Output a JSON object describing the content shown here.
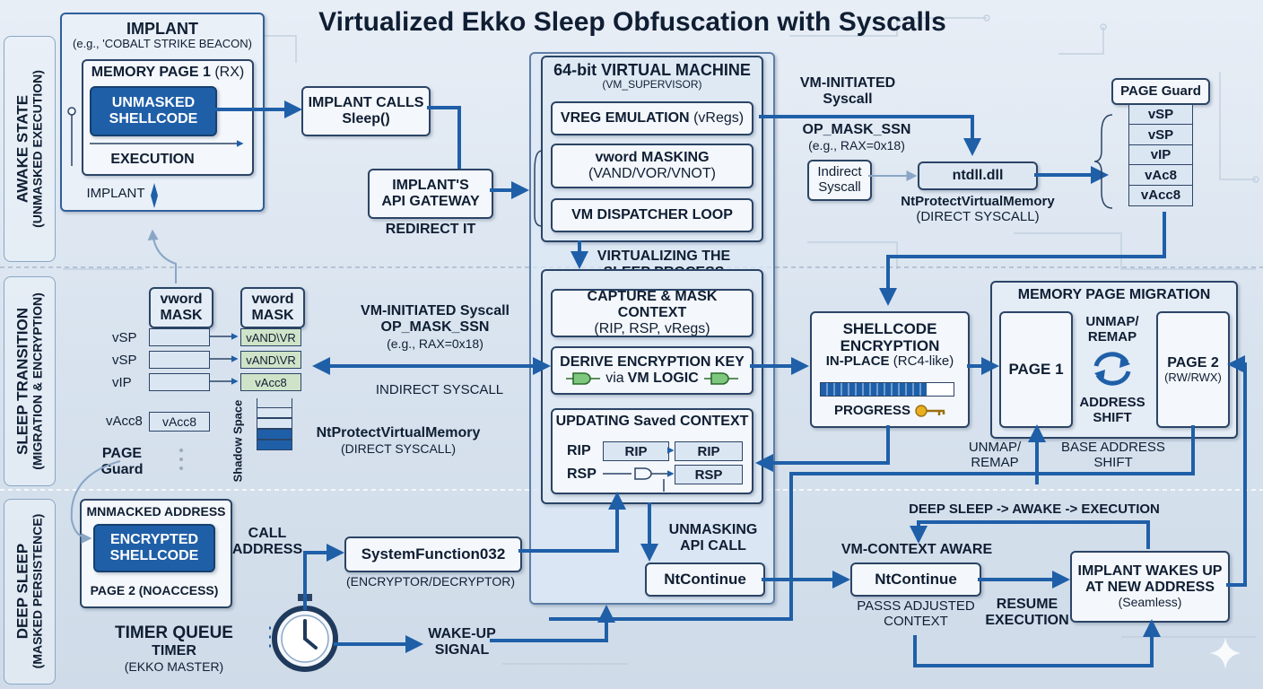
{
  "title": "Virtualized Ekko Sleep Obfuscation with Syscalls",
  "states": {
    "awake": {
      "line1": "AWAKE STATE",
      "line2": "(UNMASKED EXECUTION)"
    },
    "sleep": {
      "line1": "SLEEP TRANSITION",
      "line2": "(MIGRATION & ENCRYPTION)"
    },
    "deep": {
      "line1": "DEEP SLEEP",
      "line2": "(MASKED PERSISTENCE)"
    }
  },
  "implant": {
    "title": "IMPLANT",
    "subtitle": "(e.g., 'COBALT STRIKE BEACON)",
    "page_title": "MEMORY PAGE 1",
    "page_perm": "(RX)",
    "shellcode_line1": "UNMASKED",
    "shellcode_line2": "SHELLCODE",
    "execution": "EXECUTION",
    "implant_marker": "IMPLANT"
  },
  "implant_calls": {
    "line1": "IMPLANT CALLS",
    "line2": "Sleep()"
  },
  "api_gateway": {
    "line1": "IMPLANT'S",
    "line2": "API GATEWAY",
    "caption": "REDIRECT IT"
  },
  "vm": {
    "title": "64-bit VIRTUAL MACHINE",
    "subtitle": "(VM_SUPERVISOR)",
    "vreg_main": "VREG EMULATION",
    "vreg_sub": "(vRegs)",
    "vword_line1": "vword MASKING",
    "vword_line2": "(VAND/VOR/VNOT)",
    "dispatcher": "VM DISPATCHER LOOP",
    "virtualizing_line1": "VIRTUALIZING THE",
    "virtualizing_line2": "SLEEP PROCESS",
    "capture_line1": "CAPTURE & MASK CONTEXT",
    "capture_line2": "(RIP, RSP, vRegs)",
    "derive_line1": "DERIVE ENCRYPTION KEY",
    "derive_via": "via",
    "derive_logic": "VM LOGIC",
    "updating_title": "UPDATING Saved CONTEXT",
    "rip_label": "RIP",
    "rip_old": "RIP",
    "rip_new": "RIP",
    "rsp_label": "RSP",
    "rsp_new": "RSP"
  },
  "syscall_top": {
    "line1": "VM-INITIATED",
    "line2": "Syscall",
    "op": "OP_MASK_SSN",
    "example": "(e.g., RAX=0x18)",
    "indirect_line1": "Indirect",
    "indirect_line2": "Syscall",
    "ntdll": "ntdll.dll",
    "ntprotect": "NtProtectVirtualMemory",
    "direct": "(DIRECT SYSCALL)"
  },
  "page_guard_top": {
    "title": "PAGE Guard",
    "cells": [
      "vSP",
      "vSP",
      "vIP",
      "vAc8",
      "vAcc8"
    ]
  },
  "vword_mask": {
    "col1_line1": "vword",
    "col1_line2": "MASK",
    "col2_line1": "vword",
    "col2_line2": "MASK",
    "rows": [
      "vSP",
      "vSP",
      "vIP"
    ],
    "col2_cells": [
      "vAND\\VR",
      "vAND\\VR",
      "vAcc8"
    ],
    "vacc_label": "vAcc8",
    "vacc_cell": "vAcc8",
    "shadow": "Shadow Space",
    "page_guard_line1": "PAGE",
    "page_guard_line2": "Guard"
  },
  "syscall_mid": {
    "line1": "VM-INITIATED Syscall",
    "op": "OP_MASK_SSN",
    "example": "(e.g., RAX=0x18)",
    "indirect": "INDIRECT SYSCALL",
    "ntprotect": "NtProtectVirtualMemory",
    "direct": "(DIRECT SYSCALL)"
  },
  "shellcode_enc": {
    "line1": "SHELLCODE",
    "line2": "ENCRYPTION",
    "inplace": "IN-PLACE",
    "rc4": "(RC4-like)",
    "progress_label": "PROGRESS",
    "progress": 0.8
  },
  "migration": {
    "title": "MEMORY PAGE MIGRATION",
    "page1": "PAGE 1",
    "unmap_line1": "UNMAP/",
    "unmap_line2": "REMAP",
    "address_line1": "ADDRESS",
    "address_line2": "SHIFT",
    "page2": "PAGE 2",
    "page2_perm": "(RW/RWX)",
    "unmap_bottom_line1": "UNMAP/",
    "unmap_bottom_line2": "REMAP",
    "base_line1": "BASE ADDRESS",
    "base_line2": "SHIFT"
  },
  "deep_sleep": {
    "masked_title": "MNMACKED ADDRESS",
    "enc_line1": "ENCRYPTED",
    "enc_line2": "SHELLCODE",
    "page2": "PAGE 2 (NOACCESS)",
    "call_line1": "CALL",
    "call_line2": "ADDRESS",
    "sysfunc": "SystemFunction032",
    "sysfunc_sub": "(ENCRYPTOR/DECRYPTOR)",
    "unmasking_line1": "UNMASKING",
    "unmasking_line2": "API CALL",
    "ntcontinue": "NtContinue",
    "timer_line1": "TIMER QUEUE",
    "timer_line2": "TIMER",
    "timer_line3": "(EKKO MASTER)",
    "wake_line1": "WAKE-UP",
    "wake_line2": "SIGNAL",
    "loop_label": "DEEP SLEEP -> AWAKE -> EXECUTION",
    "vm_aware": "VM-CONTEXT AWARE",
    "ntcontinue2": "NtContinue",
    "passs_line1": "PASSS ADJUSTED",
    "passs_line2": "CONTEXT",
    "resume_line1": "RESUME",
    "resume_line2": "EXECUTION",
    "wake_box_line1": "IMPLANT WAKES UP",
    "wake_box_line2": "AT NEW ADDRESS",
    "wake_box_line3": "(Seamless)"
  },
  "colors": {
    "accent": "#1f5fa8",
    "border": "#2b4466",
    "arrow": "#1f5fa8",
    "key": "#e8b020"
  },
  "icons": [
    "stopwatch-icon",
    "key-icon",
    "cycle-arrows-icon",
    "logic-gate-icon",
    "sparkle-icon"
  ]
}
